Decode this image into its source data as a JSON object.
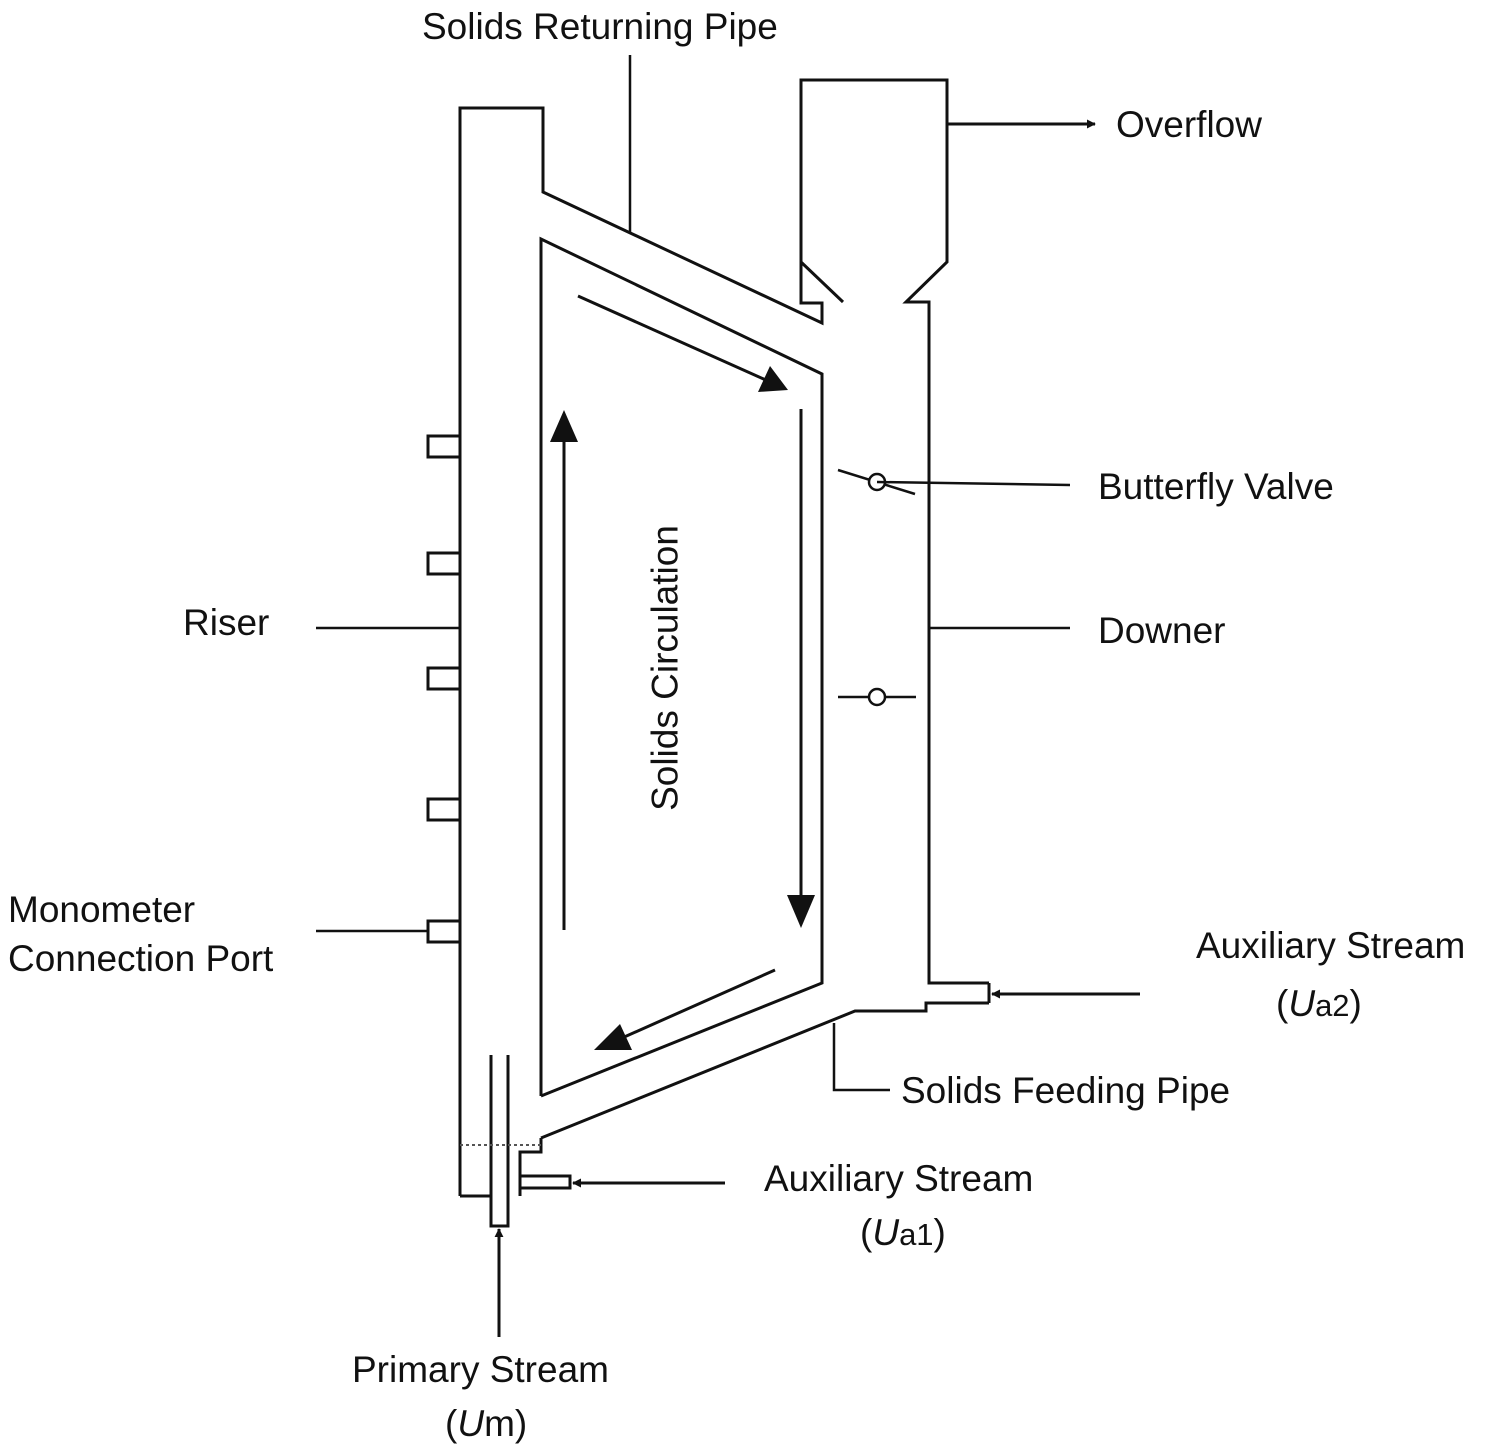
{
  "labels": {
    "solids_returning_pipe": "Solids Returning Pipe",
    "overflow": "Overflow",
    "butterfly_valve": "Butterfly Valve",
    "downer": "Downer",
    "riser": "Riser",
    "solids_circulation": "Solids Circulation",
    "monometer_line1": "Monometer",
    "monometer_line2": "Connection Port",
    "aux_stream_2": "Auxiliary Stream",
    "aux_stream_2_symbol_U": "U",
    "aux_stream_2_symbol_sub": "a2",
    "solids_feeding_pipe": "Solids Feeding Pipe",
    "aux_stream_1": "Auxiliary Stream",
    "aux_stream_1_symbol_U": "U",
    "aux_stream_1_symbol_sub": "a1",
    "primary_stream": "Primary Stream",
    "primary_stream_symbol_U": "U",
    "primary_stream_symbol_sub": "m"
  },
  "colors": {
    "stroke": "#111111",
    "background": "#ffffff"
  }
}
